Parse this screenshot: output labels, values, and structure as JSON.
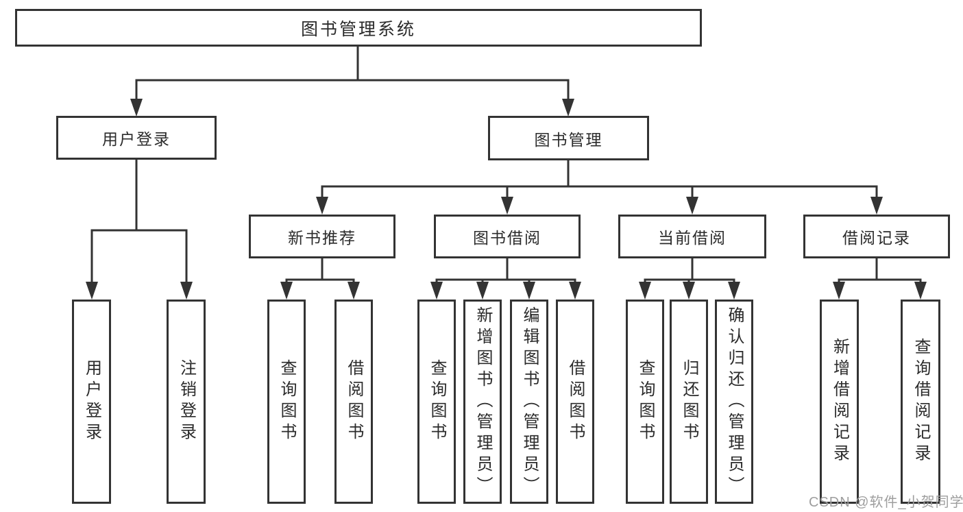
{
  "tree": {
    "root": {
      "label": "图书管理系统"
    },
    "children": [
      {
        "label": "用户登录",
        "children": [
          {
            "label": "用户登录"
          },
          {
            "label": "注销登录"
          }
        ]
      },
      {
        "label": "图书管理",
        "children": [
          {
            "label": "新书推荐",
            "children": [
              {
                "label": "查询图书"
              },
              {
                "label": "借阅图书"
              }
            ]
          },
          {
            "label": "图书借阅",
            "children": [
              {
                "label": "查询图书"
              },
              {
                "label": "新增图书（管理员）"
              },
              {
                "label": "编辑图书（管理员）"
              },
              {
                "label": "借阅图书"
              }
            ]
          },
          {
            "label": "当前借阅",
            "children": [
              {
                "label": "查询图书"
              },
              {
                "label": "归还图书"
              },
              {
                "label": "确认归还（管理员）"
              }
            ]
          },
          {
            "label": "借阅记录",
            "children": [
              {
                "label": "新增借阅记录"
              },
              {
                "label": "查询借阅记录"
              }
            ]
          }
        ]
      }
    ]
  },
  "watermark": {
    "text": "CSDN @软件_小贺同学"
  },
  "colors": {
    "line": "#333333",
    "box_border": "#333333",
    "text": "#2b2b2b",
    "watermark": "#9e9e9e",
    "background": "#ffffff"
  }
}
